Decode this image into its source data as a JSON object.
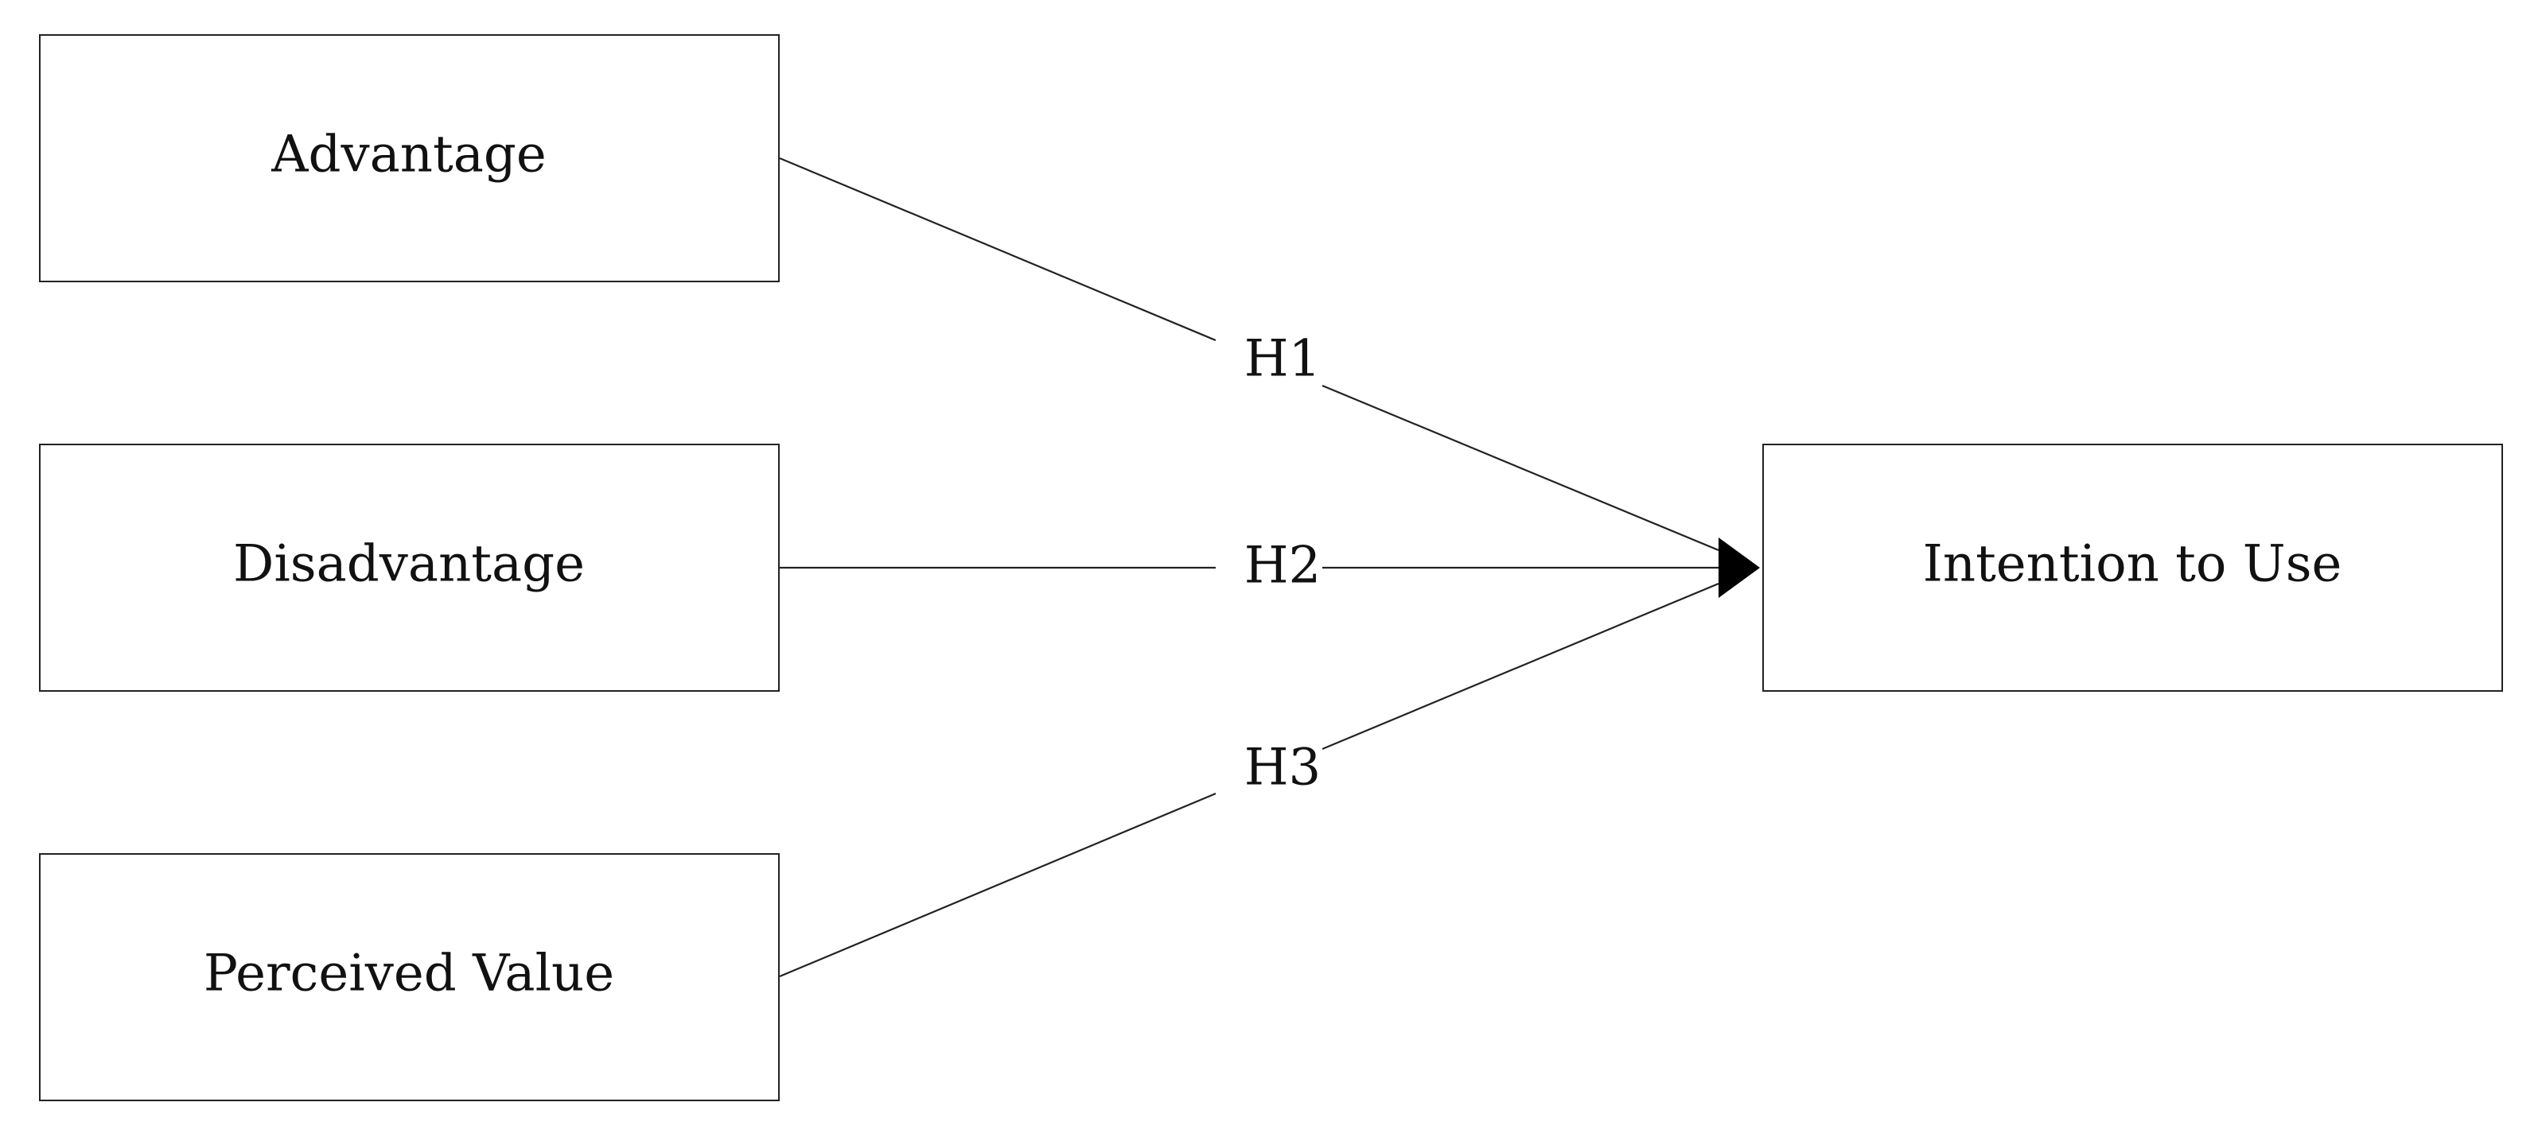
{
  "nodes": {
    "advantage": "Advantage",
    "disadvantage": "Disadvantage",
    "perceived_value": "Perceived Value",
    "intention_to_use": "Intention to Use"
  },
  "edges": {
    "h1": "H1",
    "h2": "H2",
    "h3": "H3"
  },
  "colors": {
    "stroke": "#222222",
    "arrowhead": "#000000",
    "background": "#ffffff"
  }
}
